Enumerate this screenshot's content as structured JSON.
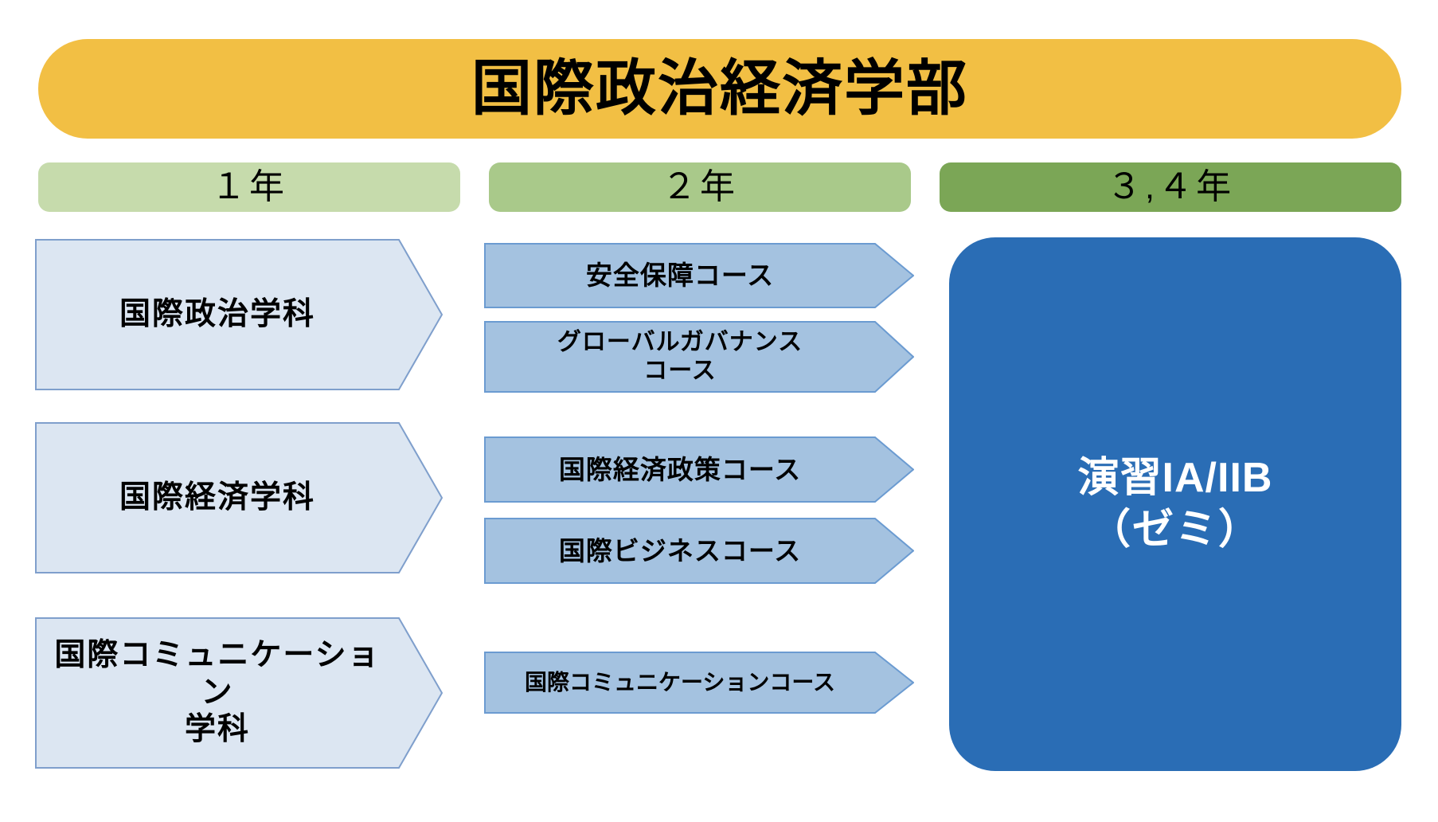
{
  "page": {
    "title": "国際政治経済学部",
    "background_color": "#ffffff"
  },
  "banner": {
    "label": "国際政治経済学部",
    "color": "#f2bf44",
    "text_color": "#000000"
  },
  "year_headers": [
    {
      "label": "１年",
      "color": "#c6dbac",
      "name": "year-1"
    },
    {
      "label": "２年",
      "color": "#a9c98a",
      "name": "year-2"
    },
    {
      "label": "３,４年",
      "color": "#7ba656",
      "name": "year-3-4"
    }
  ],
  "columns": {
    "year1": {
      "header": "１年",
      "items": [
        {
          "label": "国際政治学科",
          "fill": "#dce6f2",
          "stroke": "#7f9fcc"
        },
        {
          "label": "国際経済学科",
          "fill": "#dce6f2",
          "stroke": "#7f9fcc"
        },
        {
          "label_line1": "国際コミュニケーション",
          "label_line2": "学科",
          "fill": "#dce6f2",
          "stroke": "#7f9fcc"
        }
      ]
    },
    "year2": {
      "header": "２年",
      "items": [
        {
          "label": "安全保障コース",
          "fill": "#a4c2e0",
          "stroke": "#6b9bd1"
        },
        {
          "label_line1": "グローバルガバナンス",
          "label_line2": "コース",
          "fill": "#a4c2e0",
          "stroke": "#6b9bd1"
        },
        {
          "label": "国際経済政策コース",
          "fill": "#a4c2e0",
          "stroke": "#6b9bd1"
        },
        {
          "label": "国際ビジネスコース",
          "fill": "#a4c2e0",
          "stroke": "#6b9bd1"
        },
        {
          "label": "国際コミュニケーションコース",
          "fill": "#a4c2e0",
          "stroke": "#6b9bd1"
        }
      ]
    },
    "year34": {
      "header": "３,４年",
      "panel": {
        "line1": "演習IA/IIB",
        "line2": "（ゼミ）",
        "fill": "#2a6db5",
        "text_color": "#ffffff"
      }
    }
  }
}
